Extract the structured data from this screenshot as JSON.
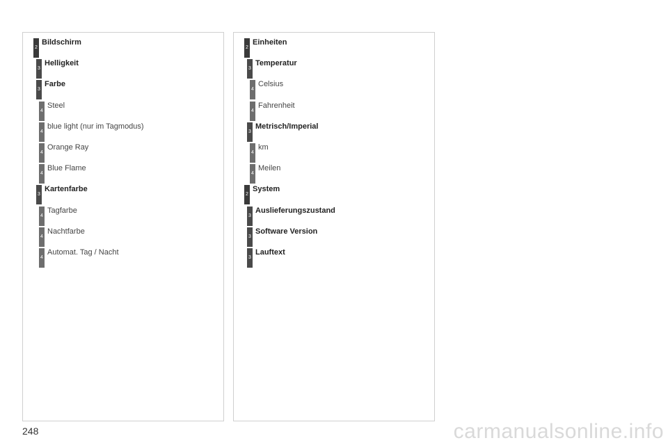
{
  "left_panel": {
    "items": [
      {
        "badge": "2",
        "label": "Bildschirm",
        "level": 2,
        "bold": true
      },
      {
        "badge": "3",
        "label": "Helligkeit",
        "level": 3,
        "bold": true
      },
      {
        "badge": "3",
        "label": "Farbe",
        "level": 3,
        "bold": true
      },
      {
        "badge": "4",
        "label": "Steel",
        "level": 4,
        "bold": false
      },
      {
        "badge": "4",
        "label": "blue light (nur im Tagmodus)",
        "level": 4,
        "bold": false
      },
      {
        "badge": "4",
        "label": "Orange Ray",
        "level": 4,
        "bold": false
      },
      {
        "badge": "4",
        "label": "Blue Flame",
        "level": 4,
        "bold": false
      },
      {
        "badge": "3",
        "label": "Kartenfarbe",
        "level": 3,
        "bold": true
      },
      {
        "badge": "4",
        "label": "Tagfarbe",
        "level": 4,
        "bold": false
      },
      {
        "badge": "4",
        "label": "Nachtfarbe",
        "level": 4,
        "bold": false
      },
      {
        "badge": "4",
        "label": "Automat. Tag / Nacht",
        "level": 4,
        "bold": false
      }
    ]
  },
  "right_panel": {
    "items": [
      {
        "badge": "2",
        "label": "Einheiten",
        "level": 2,
        "bold": true
      },
      {
        "badge": "3",
        "label": "Temperatur",
        "level": 3,
        "bold": true
      },
      {
        "badge": "4",
        "label": "Celsius",
        "level": 4,
        "bold": false
      },
      {
        "badge": "4",
        "label": "Fahrenheit",
        "level": 4,
        "bold": false
      },
      {
        "badge": "3",
        "label": "Metrisch/Imperial",
        "level": 3,
        "bold": true
      },
      {
        "badge": "4",
        "label": "km",
        "level": 4,
        "bold": false
      },
      {
        "badge": "4",
        "label": "Meilen",
        "level": 4,
        "bold": false
      },
      {
        "badge": "2",
        "label": "System",
        "level": 2,
        "bold": true
      },
      {
        "badge": "3",
        "label": "Auslieferungszustand",
        "level": 3,
        "bold": true
      },
      {
        "badge": "3",
        "label": "Software Version",
        "level": 3,
        "bold": true
      },
      {
        "badge": "3",
        "label": "Lauftext",
        "level": 3,
        "bold": true
      }
    ]
  },
  "page_number": "248",
  "watermark": "carmanualsonline.info"
}
